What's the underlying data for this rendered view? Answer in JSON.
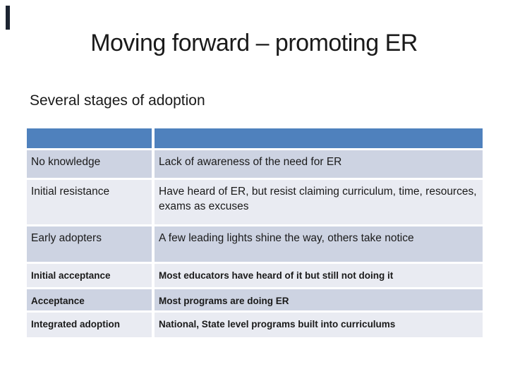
{
  "slide": {
    "title": "Moving forward – promoting ER",
    "subtitle": "Several stages of adoption"
  },
  "table": {
    "header": [
      "",
      ""
    ],
    "rows": [
      {
        "stage": "No knowledge",
        "description": "Lack of awareness of the need for ER",
        "band": "dark",
        "style": "regular"
      },
      {
        "stage": "Initial resistance",
        "description": "Have heard of ER, but resist claiming curriculum, time, resources, exams as excuses",
        "band": "light",
        "style": "regular"
      },
      {
        "stage": "Early adopters",
        "description": "A few leading lights shine the way, others take notice",
        "band": "dark",
        "style": "regular"
      },
      {
        "stage": "Initial acceptance",
        "description": "Most educators have heard of it but still not doing it",
        "band": "light",
        "style": "bold"
      },
      {
        "stage": "Acceptance",
        "description": "Most programs are doing ER",
        "band": "dark",
        "style": "bold"
      },
      {
        "stage": "Integrated adoption",
        "description": "National, State level programs built into curriculums",
        "band": "light",
        "style": "bold"
      }
    ]
  },
  "colors": {
    "background": "#FFFFFF",
    "accent_bar": "#1C2431",
    "header_blue": "#4F81BD",
    "band_dark": "#CDD3E2",
    "band_light": "#E9EBF2",
    "text": "#1A1A1A"
  }
}
